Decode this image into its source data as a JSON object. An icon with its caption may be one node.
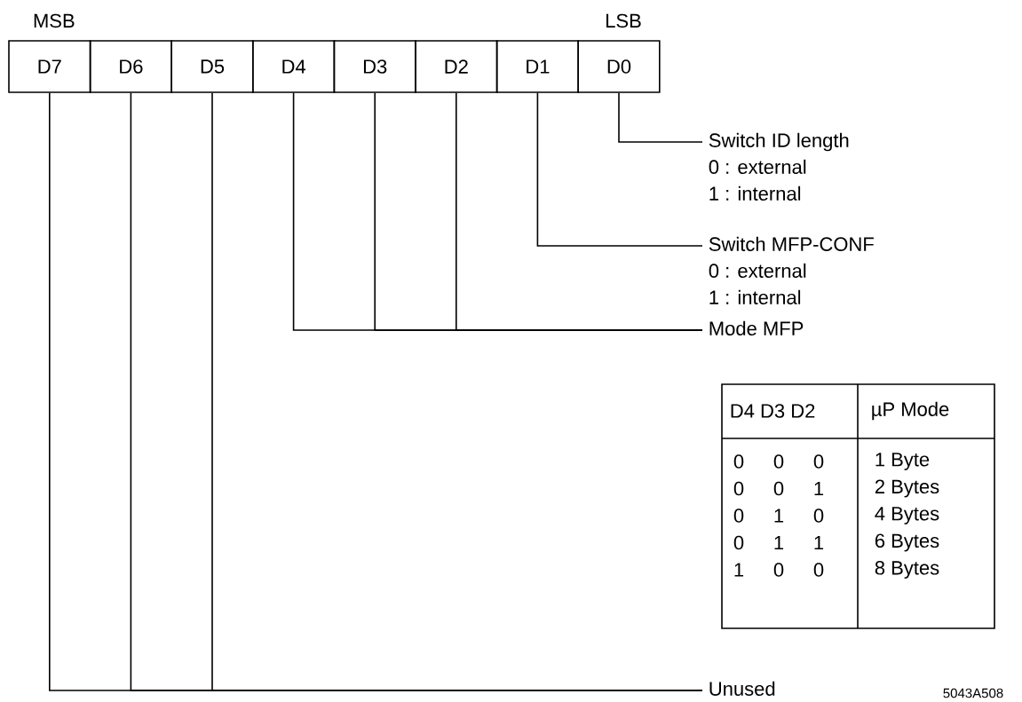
{
  "diagram": {
    "nodes": [
      {
        "text": [
          "D7"
        ]
      },
      {
        "text": [
          "D6"
        ]
      },
      {
        "text": [
          "D5"
        ]
      },
      {
        "text": [
          "D4"
        ]
      },
      {
        "text": [
          "D3"
        ]
      },
      {
        "text": [
          "D2"
        ]
      },
      {
        "text": [
          "D1"
        ]
      },
      {
        "text": [
          "D0"
        ]
      },
      {
        "text": [
          "Switch ID length",
          "0 : external",
          "1 : internal"
        ]
      },
      {
        "text": [
          "Switch MFP-CONF",
          "0 : external",
          "1 : internal"
        ]
      },
      {
        "text": [
          "Mode MFP"
        ]
      },
      {
        "text": [
          "Unused"
        ]
      }
    ],
    "edges": [
      {
        "from": 7,
        "to": 8,
        "arrow": "none"
      },
      {
        "from": 6,
        "to": 9,
        "arrow": "none"
      },
      {
        "from": 3,
        "to": 10,
        "arrow": "none"
      },
      {
        "from": 4,
        "to": 10,
        "arrow": "none"
      },
      {
        "from": 5,
        "to": 10,
        "arrow": "none"
      },
      {
        "from": 0,
        "to": 11,
        "arrow": "none"
      },
      {
        "from": 1,
        "to": 11,
        "arrow": "none"
      },
      {
        "from": 2,
        "to": 11,
        "arrow": "none"
      }
    ],
    "labels": [
      "MSB",
      "LSB",
      "D4 D3 D2",
      "µP Mode",
      "0",
      "0",
      "0",
      "1 Byte",
      "0",
      "0",
      "1",
      "2 Bytes",
      "0",
      "1",
      "0",
      "4 Bytes",
      "0",
      "1",
      "1",
      "6 Bytes",
      "1",
      "0",
      "0",
      "8 Bytes",
      "5043A508"
    ]
  }
}
